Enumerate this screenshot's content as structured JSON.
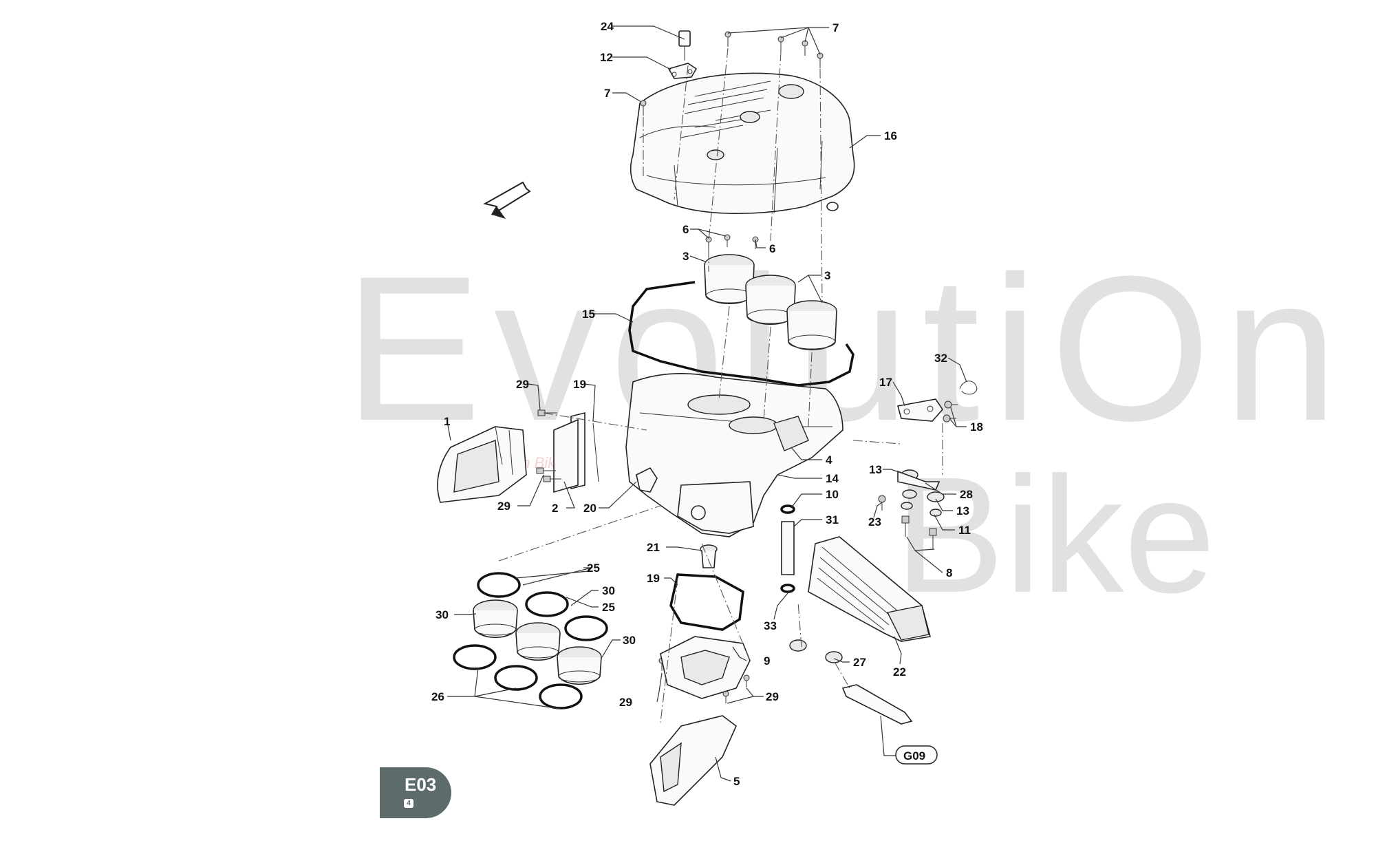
{
  "watermark": {
    "line1": "EvolutiOn",
    "line2": "Bike",
    "tagline": "Evolution Bike"
  },
  "diagram": {
    "section_code": "E03",
    "section_sub": "4",
    "reference_box": "G09",
    "callouts": [
      "24",
      "7",
      "12",
      "7",
      "16",
      "6",
      "6",
      "3",
      "3",
      "15",
      "32",
      "17",
      "18",
      "29",
      "19",
      "1",
      "4",
      "14",
      "13",
      "28",
      "13",
      "11",
      "23",
      "10",
      "31",
      "8",
      "29",
      "2",
      "20",
      "21",
      "25",
      "30",
      "30",
      "25",
      "19",
      "30",
      "33",
      "27",
      "22",
      "9",
      "26",
      "29",
      "29",
      "5"
    ]
  }
}
